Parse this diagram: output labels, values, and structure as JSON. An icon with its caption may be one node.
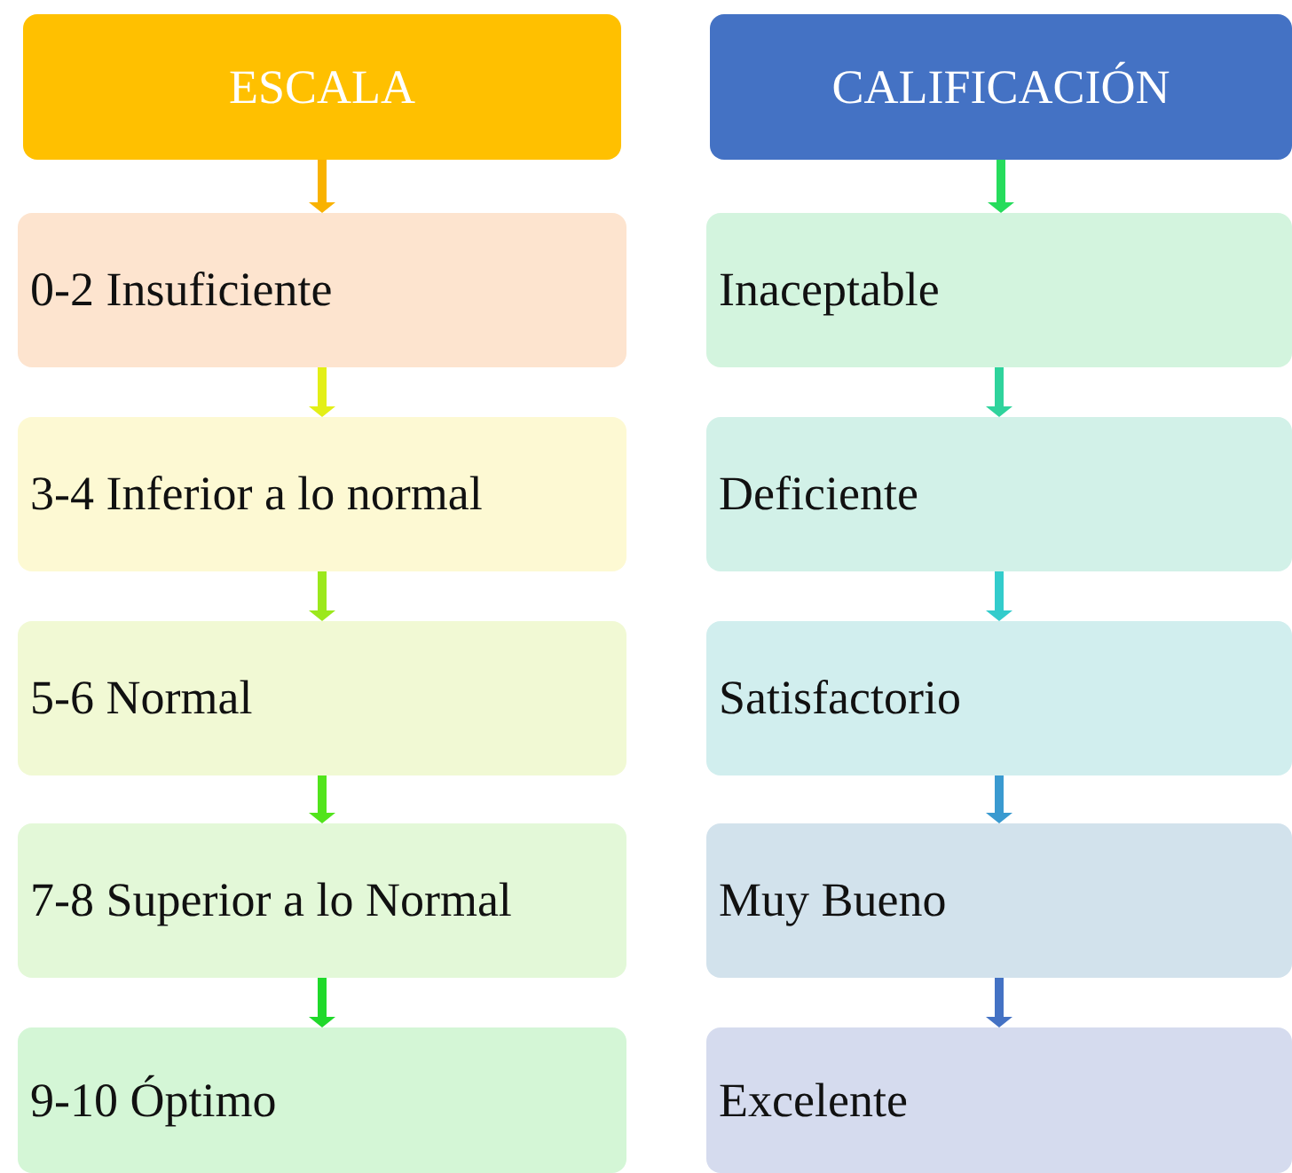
{
  "diagram": {
    "nodes": [
      {
        "text": [
          "ESCALA"
        ]
      },
      {
        "text": [
          "CALIFICACIÓN"
        ]
      },
      {
        "text": [
          "0-2 Insuficiente"
        ]
      },
      {
        "text": [
          "Inaceptable"
        ]
      },
      {
        "text": [
          "3-4 Inferior a lo normal"
        ]
      },
      {
        "text": [
          "Deficiente"
        ]
      },
      {
        "text": [
          "5-6 Normal"
        ]
      },
      {
        "text": [
          "Satisfactorio"
        ]
      },
      {
        "text": [
          "7-8 Superior a lo Normal"
        ]
      },
      {
        "text": [
          "Muy Bueno"
        ]
      },
      {
        "text": [
          "9-10 Óptimo"
        ]
      },
      {
        "text": [
          "Excelente"
        ]
      }
    ],
    "edges": [
      {
        "from": 0,
        "to": 2,
        "arrow": "to",
        "color": "#f9b200"
      },
      {
        "from": 2,
        "to": 4,
        "arrow": "to",
        "color": "#e3ef17"
      },
      {
        "from": 4,
        "to": 6,
        "arrow": "to",
        "color": "#9be81c"
      },
      {
        "from": 6,
        "to": 8,
        "arrow": "to",
        "color": "#52e41c"
      },
      {
        "from": 8,
        "to": 10,
        "arrow": "to",
        "color": "#1fd92a"
      },
      {
        "from": 1,
        "to": 3,
        "arrow": "to",
        "color": "#26dc5c"
      },
      {
        "from": 3,
        "to": 5,
        "arrow": "to",
        "color": "#2fd39c"
      },
      {
        "from": 5,
        "to": 7,
        "arrow": "to",
        "color": "#33cccc"
      },
      {
        "from": 7,
        "to": 9,
        "arrow": "to",
        "color": "#3a9ad0"
      },
      {
        "from": 9,
        "to": 11,
        "arrow": "to",
        "color": "#4472c4"
      }
    ]
  }
}
